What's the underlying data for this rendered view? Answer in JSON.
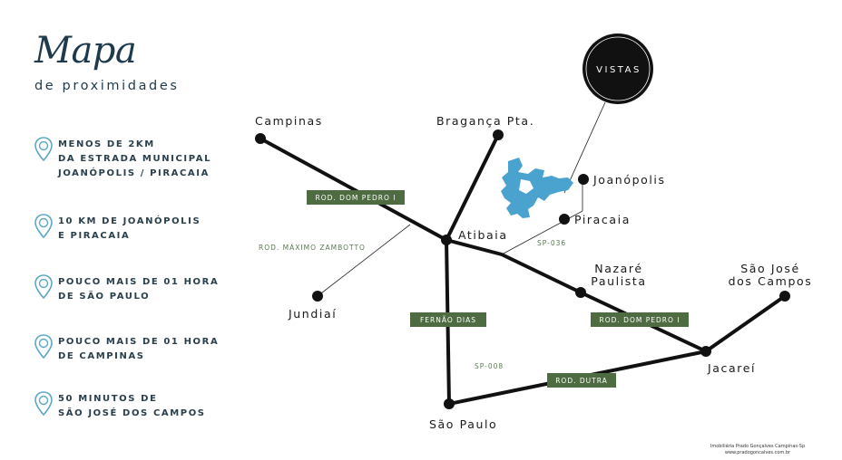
{
  "header": {
    "title": "Mapa",
    "subtitle": "de proximidades"
  },
  "features": [
    {
      "text": "MENOS DE 2KM\nDA ESTRADA MUNICIPAL\nJOANÓPOLIS / PIRACAIA",
      "icon": "location-pin-icon"
    },
    {
      "text": "10 KM DE JOANÓPOLIS\nE PIRACAIA",
      "icon": "location-pin-icon"
    },
    {
      "text": "POUCO MAIS DE 01 HORA\nDE SÃO PAULO",
      "icon": "location-pin-icon"
    },
    {
      "text": "POUCO MAIS DE 01 HORA\nDE CAMPINAS",
      "icon": "location-pin-icon"
    },
    {
      "text": "50 MINUTOS DE\nSÃO JOSÉ DOS CAMPOS",
      "icon": "location-pin-icon"
    }
  ],
  "logo": {
    "text": "VISTAS"
  },
  "cities": {
    "campinas": "Campinas",
    "braganca": "Bragança Pta.",
    "joanopolis": "Joanópolis",
    "piracaia": "Piracaia",
    "atibaia": "Atibaia",
    "jundiai": "Jundiaí",
    "nazare_1": "Nazaré",
    "nazare_2": "Paulista",
    "sjc_1": "São José",
    "sjc_2": "dos Campos",
    "jacarei": "Jacareí",
    "sao_paulo": "São Paulo"
  },
  "roads": {
    "dom_pedro_1": "ROD. DOM PEDRO I",
    "dom_pedro_2": "ROD. DOM PEDRO I",
    "fernao_dias": "FERNÃO DIAS",
    "dutra": "ROD. DUTRA",
    "zambotto": "ROD. MÁXIMO ZAMBOTTO",
    "sp036": "SP-036",
    "sp008": "SP-008"
  },
  "credit": {
    "line1": "Imobiliária Prado Gonçalves Campinas-Sp",
    "line2": "www.pradogoncalves.com.br"
  },
  "colors": {
    "road": "#111111",
    "road_label_bg": "#4e6b41",
    "lake": "#4aa3cf",
    "text_dark": "#1e3a4c",
    "accent_pin": "#5aa7c9"
  }
}
